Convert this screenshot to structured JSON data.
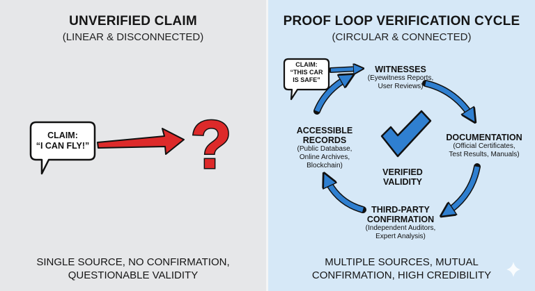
{
  "left": {
    "title": "UNVERIFIED CLAIM",
    "subtitle": "(LINEAR & DISCONNECTED)",
    "claim_line1": "CLAIM:",
    "claim_line2": "“I CAN FLY!”",
    "question_mark": "?",
    "footer_line1": "SINGLE SOURCE, NO CONFIRMATION,",
    "footer_line2": "QUESTIONABLE VALIDITY"
  },
  "right": {
    "title": "PROOF LOOP VERIFICATION CYCLE",
    "subtitle": "(CIRCULAR & CONNECTED)",
    "claim_line1": "CLAIM:",
    "claim_line2": "“THIS CAR",
    "claim_line3": "IS SAFE”",
    "witnesses": {
      "title": "WITNESSES",
      "line1": "(Eyewitness Reports,",
      "line2": "User Reviews)"
    },
    "documentation": {
      "title": "DOCUMENTATION",
      "line1": "(Official Certificates,",
      "line2": "Test Results, Manuals)"
    },
    "third_party": {
      "title1": "THIRD-PARTY",
      "title2": "CONFIRMATION",
      "line1": "(Independent Auditors,",
      "line2": "Expert Analysis)"
    },
    "records": {
      "title1": "ACCESSIBLE",
      "title2": "RECORDS",
      "line1": "(Public Database,",
      "line2": "Online Archives,",
      "line3": "Blockchain)"
    },
    "center_line1": "VERIFIED",
    "center_line2": "VALIDITY",
    "footer_line1": "MULTIPLE SOURCES, MUTUAL",
    "footer_line2": "CONFIRMATION, HIGH CREDIBILITY"
  },
  "colors": {
    "red": "#dd2a2a",
    "blue": "#2f7fd0",
    "left_bg": "#e6e7e9",
    "right_bg": "#d6e8f7"
  }
}
